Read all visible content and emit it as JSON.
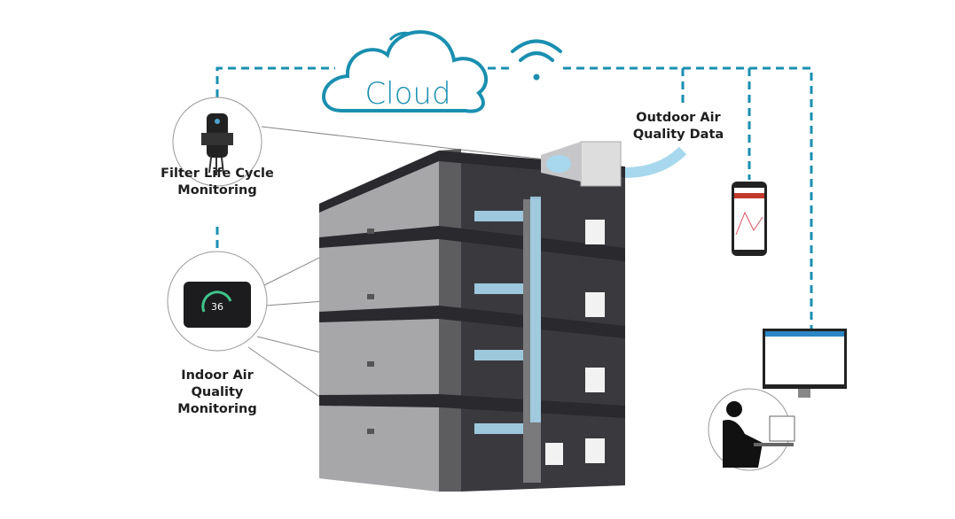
{
  "cloud": {
    "label": "Cloud",
    "icon": "cloud-icon"
  },
  "wifi": {
    "icon": "wifi-icon"
  },
  "labels": {
    "filter": [
      "Filter Life Cycle",
      "Monitoring"
    ],
    "indoor": [
      "Indoor Air",
      "Quality",
      "Monitoring"
    ],
    "outdoor": [
      "Outdoor Air",
      "Quality Data"
    ]
  },
  "thermostat": {
    "reading": "36"
  },
  "colors": {
    "accent": "#1a8fb0",
    "airflow": "#a8d8ee",
    "building_dark": "#2f2f33",
    "building_light": "#9a9a9c"
  }
}
